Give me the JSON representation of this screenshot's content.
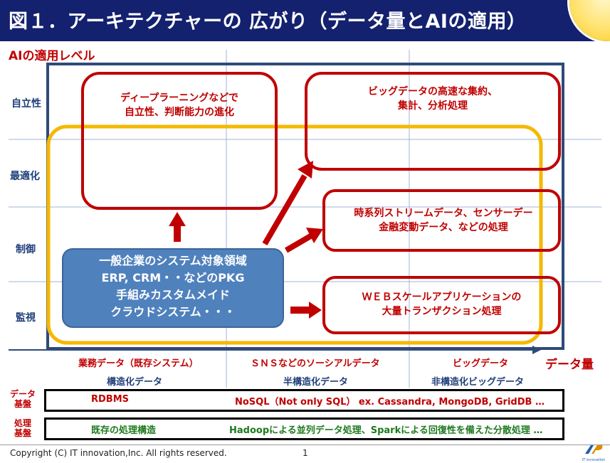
{
  "title": "図１．アーキテクチャーの 広がり（データ量とAIの適用）",
  "y_axis_title": "AIの適用レベル",
  "x_axis_title": "データ量",
  "y_levels": [
    "自立性",
    "最適化",
    "制御",
    "監視"
  ],
  "x_categories": [
    {
      "name": "業務データ（既存システム）",
      "sub": "構造化データ"
    },
    {
      "name": "ＳＮＳなどのソーシアルデータ",
      "sub": "半構造化データ"
    },
    {
      "name": "ビッグデータ",
      "sub": "非構造化ビッグデータ"
    }
  ],
  "boxes": {
    "deep_learning": [
      "ディープラーニングなどで",
      "自立性、判断能力の進化"
    ],
    "big_data": [
      "ビッグデータの高速な集約、",
      "集計、分析処理"
    ],
    "timeseries": [
      "時系列ストリームデータ、センサーデー",
      "金融変動データ、などの処理"
    ],
    "web_scale": [
      "ＷＥＢスケールアプリケーションの",
      "大量トランザクション処理"
    ],
    "enterprise": [
      "一般企業のシステム対象領域",
      "ERP, CRM・・などのPKG",
      "手組みカスタムメイド",
      "クラウドシステム・・・"
    ]
  },
  "data_platform": {
    "label": [
      "データ",
      "基盤"
    ],
    "items": [
      "RDBMS",
      "NoSQL（Not only SQL）  ex. Cassandra, MongoDB, GridDB …"
    ]
  },
  "processing_platform": {
    "label": [
      "処理",
      "基盤"
    ],
    "items": [
      "既存の処理構造",
      "Hadoopによる並列データ処理、Sparkによる回復性を備えた分散処理 …"
    ]
  },
  "footer": {
    "copyright": "Copyright (C) IT innovation,Inc. All rights reserved.",
    "page": "1",
    "logo_text": "IT innovation"
  },
  "colors": {
    "title_bg": "#14216e",
    "accent_red": "#c00000",
    "frame_blue": "#2e4a7a",
    "gold": "#f5b800",
    "enterprise_fill": "#4f81bd"
  }
}
